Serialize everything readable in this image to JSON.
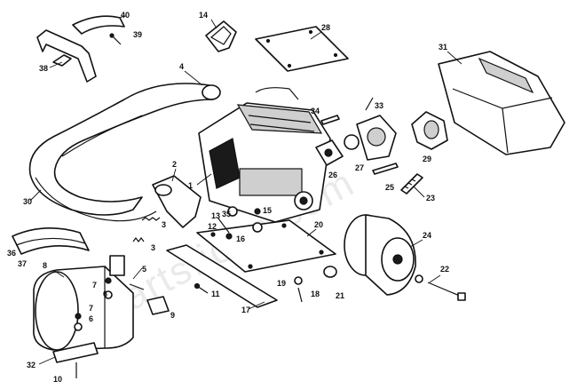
{
  "watermark": "bj.partsfiche.com",
  "callouts": [
    "1",
    "2",
    "3",
    "3",
    "4",
    "5",
    "6",
    "6",
    "7",
    "7",
    "8",
    "9",
    "10",
    "11",
    "12",
    "13",
    "14",
    "15",
    "16",
    "17",
    "18",
    "19",
    "20",
    "21",
    "22",
    "23",
    "24",
    "25",
    "26",
    "27",
    "28",
    "29",
    "30",
    "31",
    "32",
    "33",
    "34",
    "35",
    "36",
    "37",
    "38",
    "39",
    "40"
  ]
}
